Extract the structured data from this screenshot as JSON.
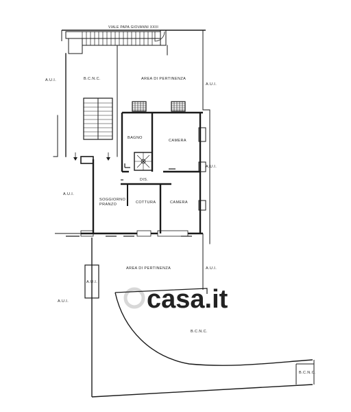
{
  "plan": {
    "street": "VIALE PAPA GIOVANNI XXIII",
    "labels": {
      "bcnc_top": "B.C.N.C.",
      "area_pertinenza_top": "AREA DI PERTINENZA",
      "aui_left_top": "A.U.I.",
      "aui_right_top": "A.U.I.",
      "aui_right_mid": "A.U.I.",
      "aui_left_mid": "A.U.I.",
      "bagno": "BAGNO",
      "camera_1": "CAMERA",
      "dis": "DIS.",
      "soggiorno": "SOGGIORNO\nPRANZO",
      "cottura": "COTTURA",
      "camera_2": "CAMERA",
      "area_pertinenza_bottom": "AREA DI PERTINENZA",
      "aui_right_bottom": "A.U.I.",
      "aui_post": "A.U.I.",
      "aui_left_bottom": "A.U.I.",
      "bcnc_bottom": "B.C.N.C.",
      "bcnc_corner": "B.C.N.C."
    },
    "watermark": "casa.it"
  }
}
